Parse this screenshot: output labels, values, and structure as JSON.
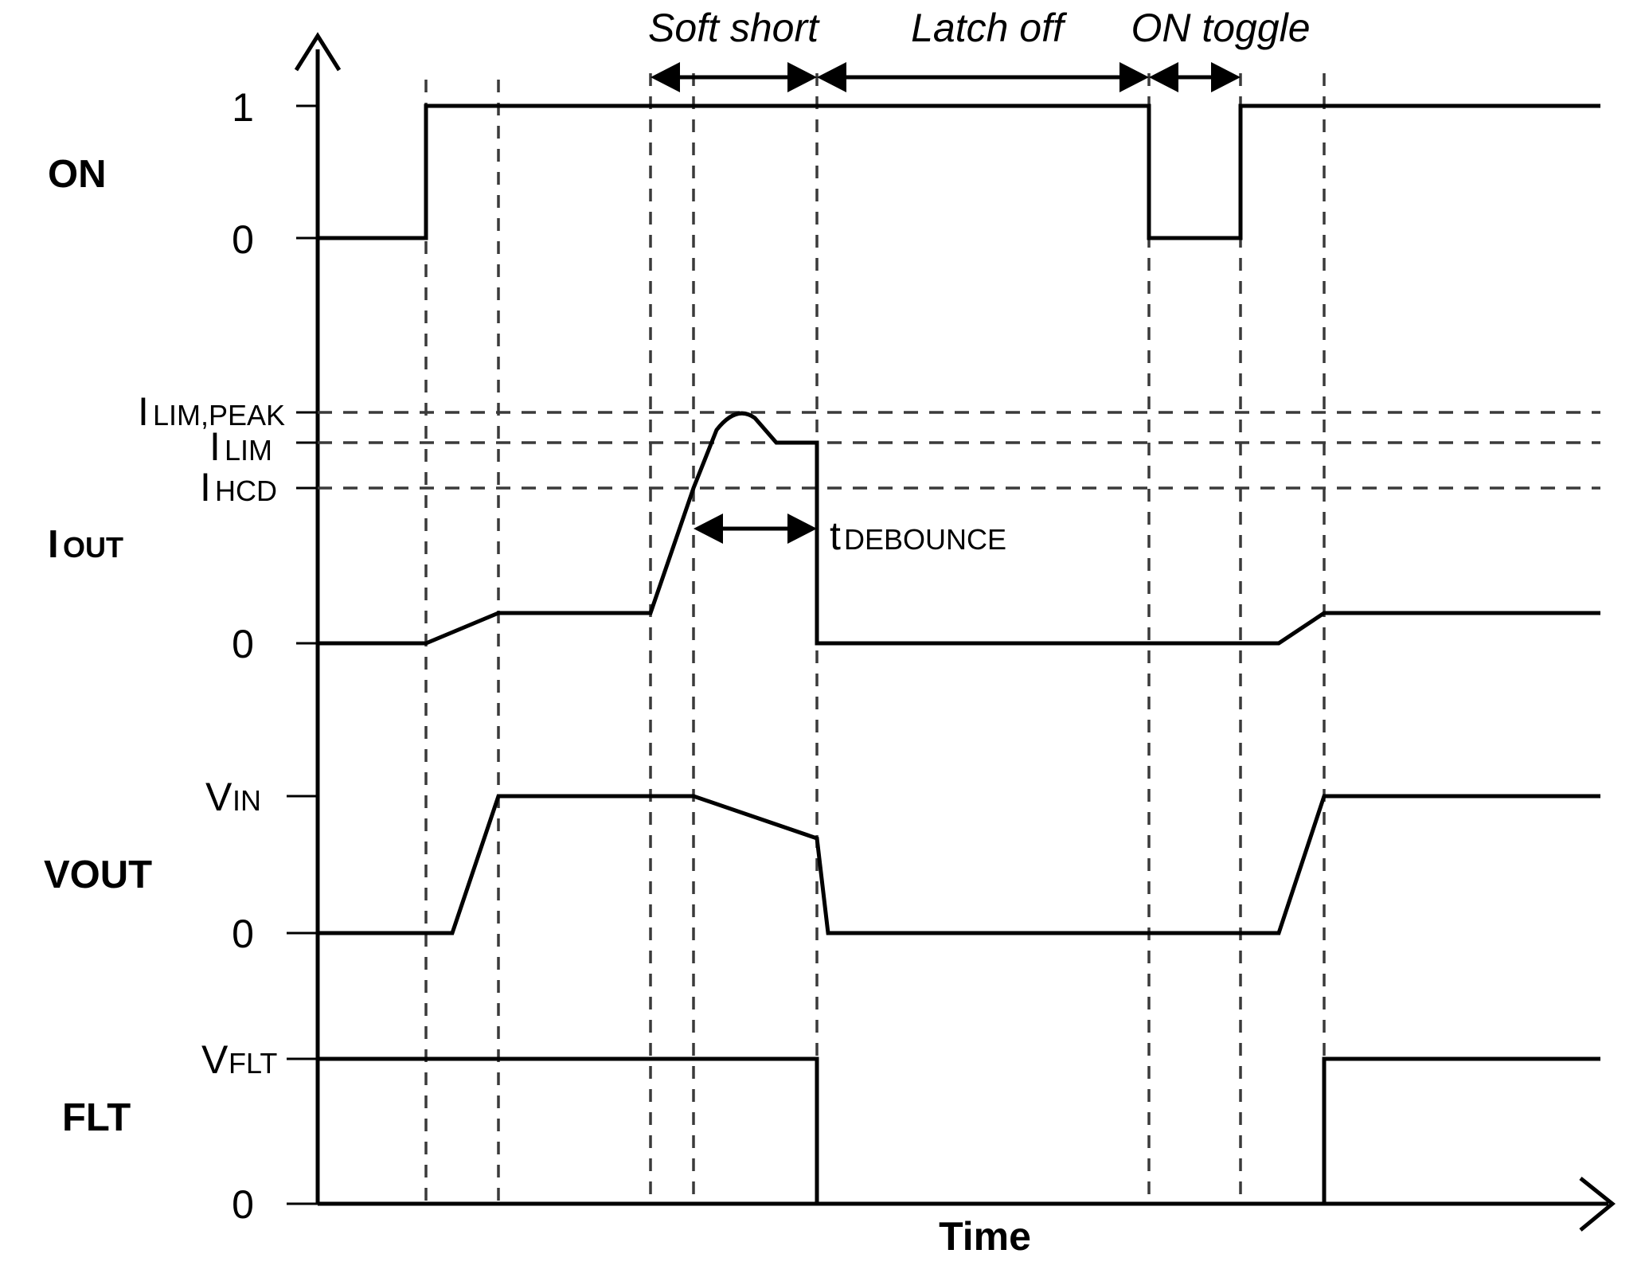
{
  "figure": {
    "title": "",
    "x_axis_label": "Time",
    "signals": [
      {
        "name": "ON",
        "label": "ON",
        "levels": [
          "1",
          "0"
        ]
      },
      {
        "name": "IOUT",
        "label_main": "I",
        "label_sub": "OUT",
        "levels": [
          {
            "main": "I",
            "sub": "LIM,PEAK"
          },
          {
            "main": "I",
            "sub": "LIM"
          },
          {
            "main": "I",
            "sub": "HCD"
          },
          {
            "main": "0",
            "sub": ""
          }
        ]
      },
      {
        "name": "VOUT",
        "label": "VOUT",
        "levels": [
          {
            "main": "V",
            "sub": "IN"
          },
          {
            "main": "0",
            "sub": ""
          }
        ]
      },
      {
        "name": "FLT",
        "label": "FLT",
        "levels": [
          {
            "main": "V",
            "sub": "FLT"
          },
          {
            "main": "0",
            "sub": ""
          }
        ]
      }
    ],
    "phases": [
      {
        "id": "soft-short",
        "label": "Soft short"
      },
      {
        "id": "latch-off",
        "label": "Latch off"
      },
      {
        "id": "on-toggle",
        "label": "ON toggle"
      }
    ],
    "measurements": [
      {
        "id": "t-debounce",
        "main": "t",
        "sub": "DEBOUNCE"
      }
    ]
  },
  "chart_data": {
    "type": "line",
    "title": "",
    "xlabel": "Time",
    "ylabel": "",
    "grid": "vertical dashed event markers + horizontal dashed threshold levels",
    "legend": "none",
    "x_events": {
      "t0_start": 0,
      "t1_on_rise": 402,
      "t2_vout_ramp_end": 468,
      "t3_short_begin": 617,
      "t4_hcd_cross": 657,
      "t5_latch_trip": 770,
      "t6_on_fall": 1081,
      "t7_on_rise2": 1164,
      "t8_recover": 1243,
      "t_end": 1510
    },
    "series": [
      {
        "name": "ON",
        "units": "logic",
        "ylim": [
          0,
          1
        ],
        "ytick_labels": [
          "0",
          "1"
        ],
        "points": [
          {
            "t": 0,
            "v": 0
          },
          {
            "t": 402,
            "v": 0
          },
          {
            "t": 402,
            "v": 1
          },
          {
            "t": 1081,
            "v": 1
          },
          {
            "t": 1081,
            "v": 0
          },
          {
            "t": 1164,
            "v": 0
          },
          {
            "t": 1164,
            "v": 1
          },
          {
            "t": 1510,
            "v": 1
          }
        ]
      },
      {
        "name": "IOUT",
        "units": "current",
        "thresholds": [
          {
            "name": "ILIM,PEAK",
            "value": 1.0
          },
          {
            "name": "ILIM",
            "value": 0.86
          },
          {
            "name": "IHCD",
            "value": 0.62
          },
          {
            "name": "0",
            "value": 0.0
          }
        ],
        "points": [
          {
            "t": 0,
            "v": 0.0
          },
          {
            "t": 402,
            "v": 0.0
          },
          {
            "t": 468,
            "v": 0.12
          },
          {
            "t": 617,
            "v": 0.12
          },
          {
            "t": 657,
            "v": 0.62
          },
          {
            "t": 700,
            "v": 1.0
          },
          {
            "t": 735,
            "v": 0.86
          },
          {
            "t": 770,
            "v": 0.86
          },
          {
            "t": 770,
            "v": 0.0
          },
          {
            "t": 1198,
            "v": 0.0
          },
          {
            "t": 1243,
            "v": 0.12
          },
          {
            "t": 1510,
            "v": 0.12
          }
        ]
      },
      {
        "name": "VOUT",
        "units": "voltage",
        "thresholds": [
          {
            "name": "VIN",
            "value": 1.0
          },
          {
            "name": "0",
            "value": 0.0
          }
        ],
        "points": [
          {
            "t": 0,
            "v": 0.0
          },
          {
            "t": 402,
            "v": 0.0
          },
          {
            "t": 468,
            "v": 1.0
          },
          {
            "t": 617,
            "v": 1.0
          },
          {
            "t": 770,
            "v": 0.7
          },
          {
            "t": 790,
            "v": 0.0
          },
          {
            "t": 1198,
            "v": 0.0
          },
          {
            "t": 1243,
            "v": 1.0
          },
          {
            "t": 1510,
            "v": 1.0
          }
        ]
      },
      {
        "name": "FLT",
        "units": "voltage",
        "thresholds": [
          {
            "name": "VFLT",
            "value": 1.0
          },
          {
            "name": "0",
            "value": 0.0
          }
        ],
        "points": [
          {
            "t": 0,
            "v": 1.0
          },
          {
            "t": 770,
            "v": 1.0
          },
          {
            "t": 770,
            "v": 0.0
          },
          {
            "t": 1243,
            "v": 0.0
          },
          {
            "t": 1243,
            "v": 1.0
          },
          {
            "t": 1510,
            "v": 1.0
          }
        ]
      }
    ],
    "annotations": [
      {
        "text": "Soft short",
        "from_t": 617,
        "to_t": 770,
        "kind": "span-arrow"
      },
      {
        "text": "Latch off",
        "from_t": 770,
        "to_t": 1081,
        "kind": "span-arrow"
      },
      {
        "text": "ON toggle",
        "from_t": 1081,
        "to_t": 1164,
        "kind": "span-arrow"
      },
      {
        "text": "tDEBOUNCE",
        "from_t": 657,
        "to_t": 770,
        "kind": "span-arrow"
      }
    ]
  },
  "colors": {
    "stroke": "#000000",
    "dashed": "#3a3a3a",
    "background": "#ffffff"
  }
}
